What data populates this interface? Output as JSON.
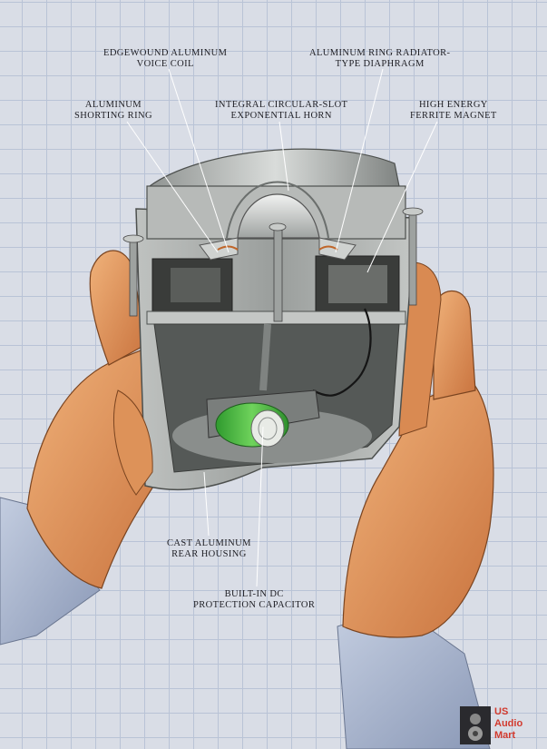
{
  "labels": {
    "voice_coil": [
      "EDGEWOUND ALUMINUM",
      "VOICE COIL"
    ],
    "diaphragm": [
      "ALUMINUM RING RADIATOR-",
      "TYPE DIAPHRAGM"
    ],
    "shorting_ring": [
      "ALUMINUM",
      "SHORTING RING"
    ],
    "horn": [
      "INTEGRAL CIRCULAR-SLOT",
      "EXPONENTIAL HORN"
    ],
    "magnet": [
      "HIGH ENERGY",
      "FERRITE MAGNET"
    ],
    "housing": [
      "CAST ALUMINUM",
      "REAR HOUSING"
    ],
    "capacitor": [
      "BUILT-IN DC",
      "PROTECTION CAPACITOR"
    ]
  },
  "watermark": {
    "lines": [
      "US",
      "Audio",
      "Mart"
    ]
  },
  "colors": {
    "grid_paper": "#d9dde6",
    "aluminum": "#a9adab",
    "magnet": "#3a3c3a",
    "skin": "#e59a5e",
    "sleeve": "#a7b3cc",
    "capacitor": "#3fb83c"
  }
}
